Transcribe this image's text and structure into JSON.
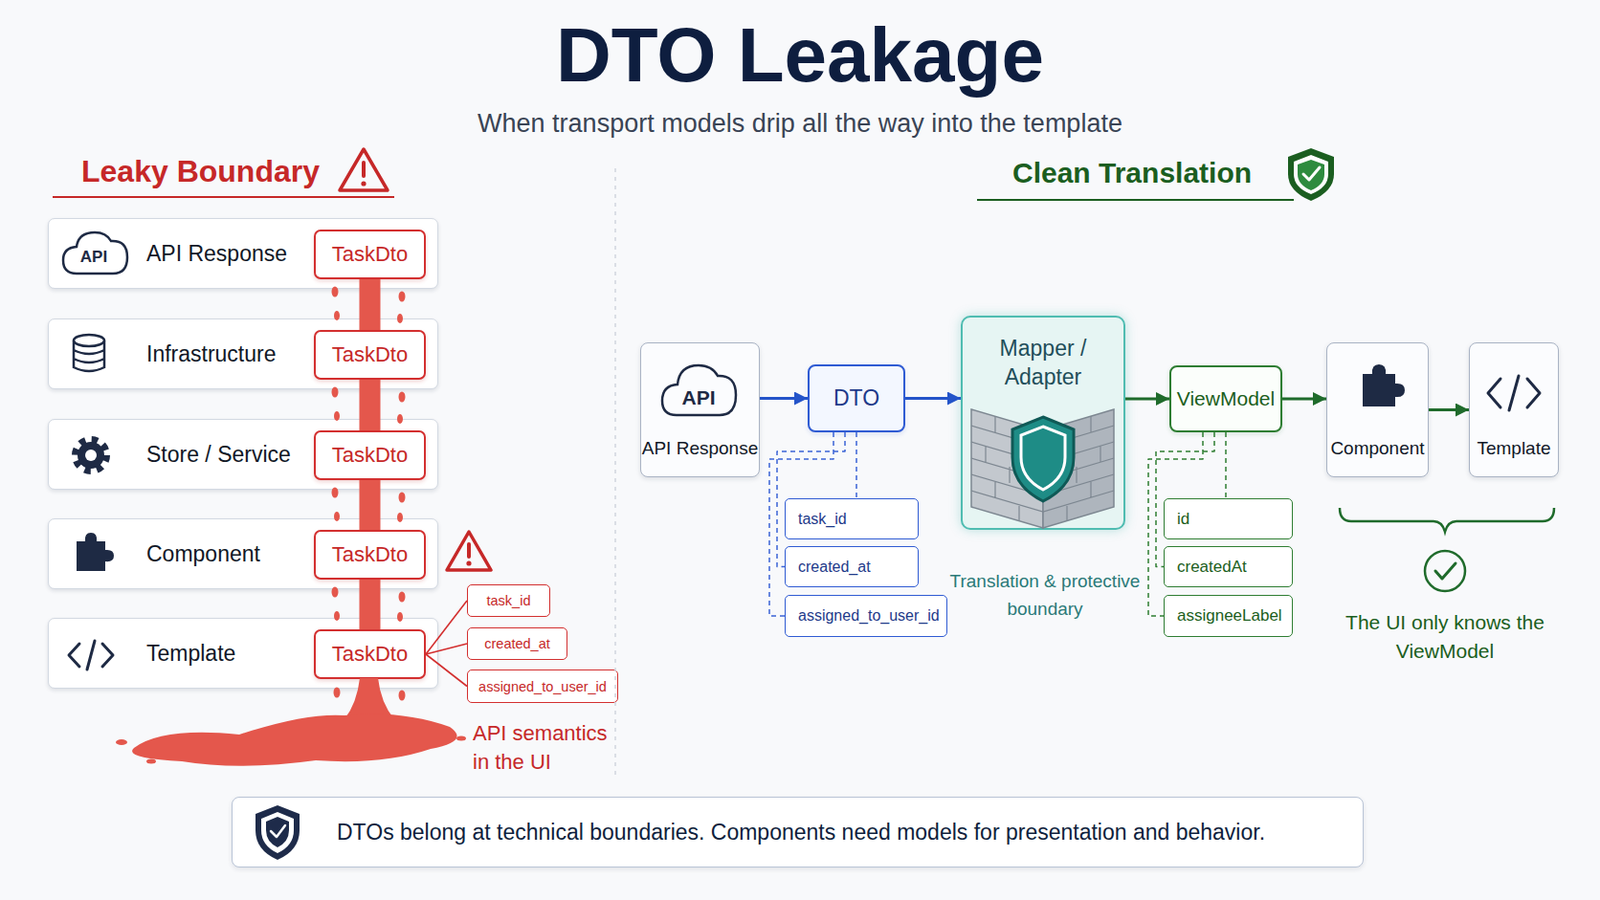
{
  "diagram": {
    "title": "DTO Leakage",
    "caption": "When transport models drip all the way into the template",
    "nodes": [
      {
        "text": [
          "API Response"
        ]
      },
      {
        "text": [
          "TaskDto"
        ],
        "in": 0
      },
      {
        "text": [
          "Infrastructure"
        ]
      },
      {
        "text": [
          "TaskDto"
        ],
        "in": 2
      },
      {
        "text": [
          "Store / Service"
        ]
      },
      {
        "text": [
          "TaskDto"
        ],
        "in": 4
      },
      {
        "text": [
          "Component"
        ]
      },
      {
        "text": [
          "TaskDto"
        ],
        "in": 6
      },
      {
        "text": [
          "Template"
        ]
      },
      {
        "text": [
          "TaskDto"
        ],
        "in": 8
      },
      {
        "text": [
          "task_id"
        ]
      },
      {
        "text": [
          "created_at"
        ]
      },
      {
        "text": [
          "assigned_to_user_id"
        ]
      },
      {
        "text": [
          "API Response"
        ]
      },
      {
        "text": [
          "DTO"
        ]
      },
      {
        "text": [
          "Mapper / Adapter",
          "Translation & protective boundary"
        ]
      },
      {
        "text": [
          "ViewModel"
        ]
      },
      {
        "text": [
          "Component"
        ]
      },
      {
        "text": [
          "Template"
        ]
      },
      {
        "text": [
          "task_id"
        ]
      },
      {
        "text": [
          "created_at"
        ]
      },
      {
        "text": [
          "assigned_to_user_id"
        ]
      },
      {
        "text": [
          "id"
        ]
      },
      {
        "text": [
          "createdAt"
        ]
      },
      {
        "text": [
          "assigneeLabel"
        ]
      },
      {
        "text": [
          "DTOs belong at technical boundaries. Components need models for presentation and behavior."
        ]
      }
    ],
    "edges": [
      {
        "from": 1,
        "to": 3,
        "arrow": "none"
      },
      {
        "from": 3,
        "to": 5,
        "arrow": "none"
      },
      {
        "from": 5,
        "to": 7,
        "arrow": "none"
      },
      {
        "from": 7,
        "to": 9,
        "arrow": "none"
      },
      {
        "from": 9,
        "to": 10,
        "arrow": "none"
      },
      {
        "from": 9,
        "to": 11,
        "arrow": "none"
      },
      {
        "from": 9,
        "to": 12,
        "arrow": "none"
      },
      {
        "from": 13,
        "to": 14,
        "arrow": "to"
      },
      {
        "from": 14,
        "to": 15,
        "arrow": "to"
      },
      {
        "from": 15,
        "to": 16,
        "arrow": "to"
      },
      {
        "from": 16,
        "to": 17,
        "arrow": "to"
      },
      {
        "from": 17,
        "to": 18,
        "arrow": "to"
      },
      {
        "from": 14,
        "to": 19,
        "arrow": "none"
      },
      {
        "from": 14,
        "to": 20,
        "arrow": "none"
      },
      {
        "from": 14,
        "to": 21,
        "arrow": "none"
      },
      {
        "from": 16,
        "to": 22,
        "arrow": "none"
      },
      {
        "from": 16,
        "to": 23,
        "arrow": "none"
      },
      {
        "from": 16,
        "to": 24,
        "arrow": "none"
      }
    ],
    "labels": [
      "Leaky Boundary",
      "API",
      "API semantics in the UI",
      "Clean Translation",
      "API",
      "The UI only knows the ViewModel"
    ]
  }
}
